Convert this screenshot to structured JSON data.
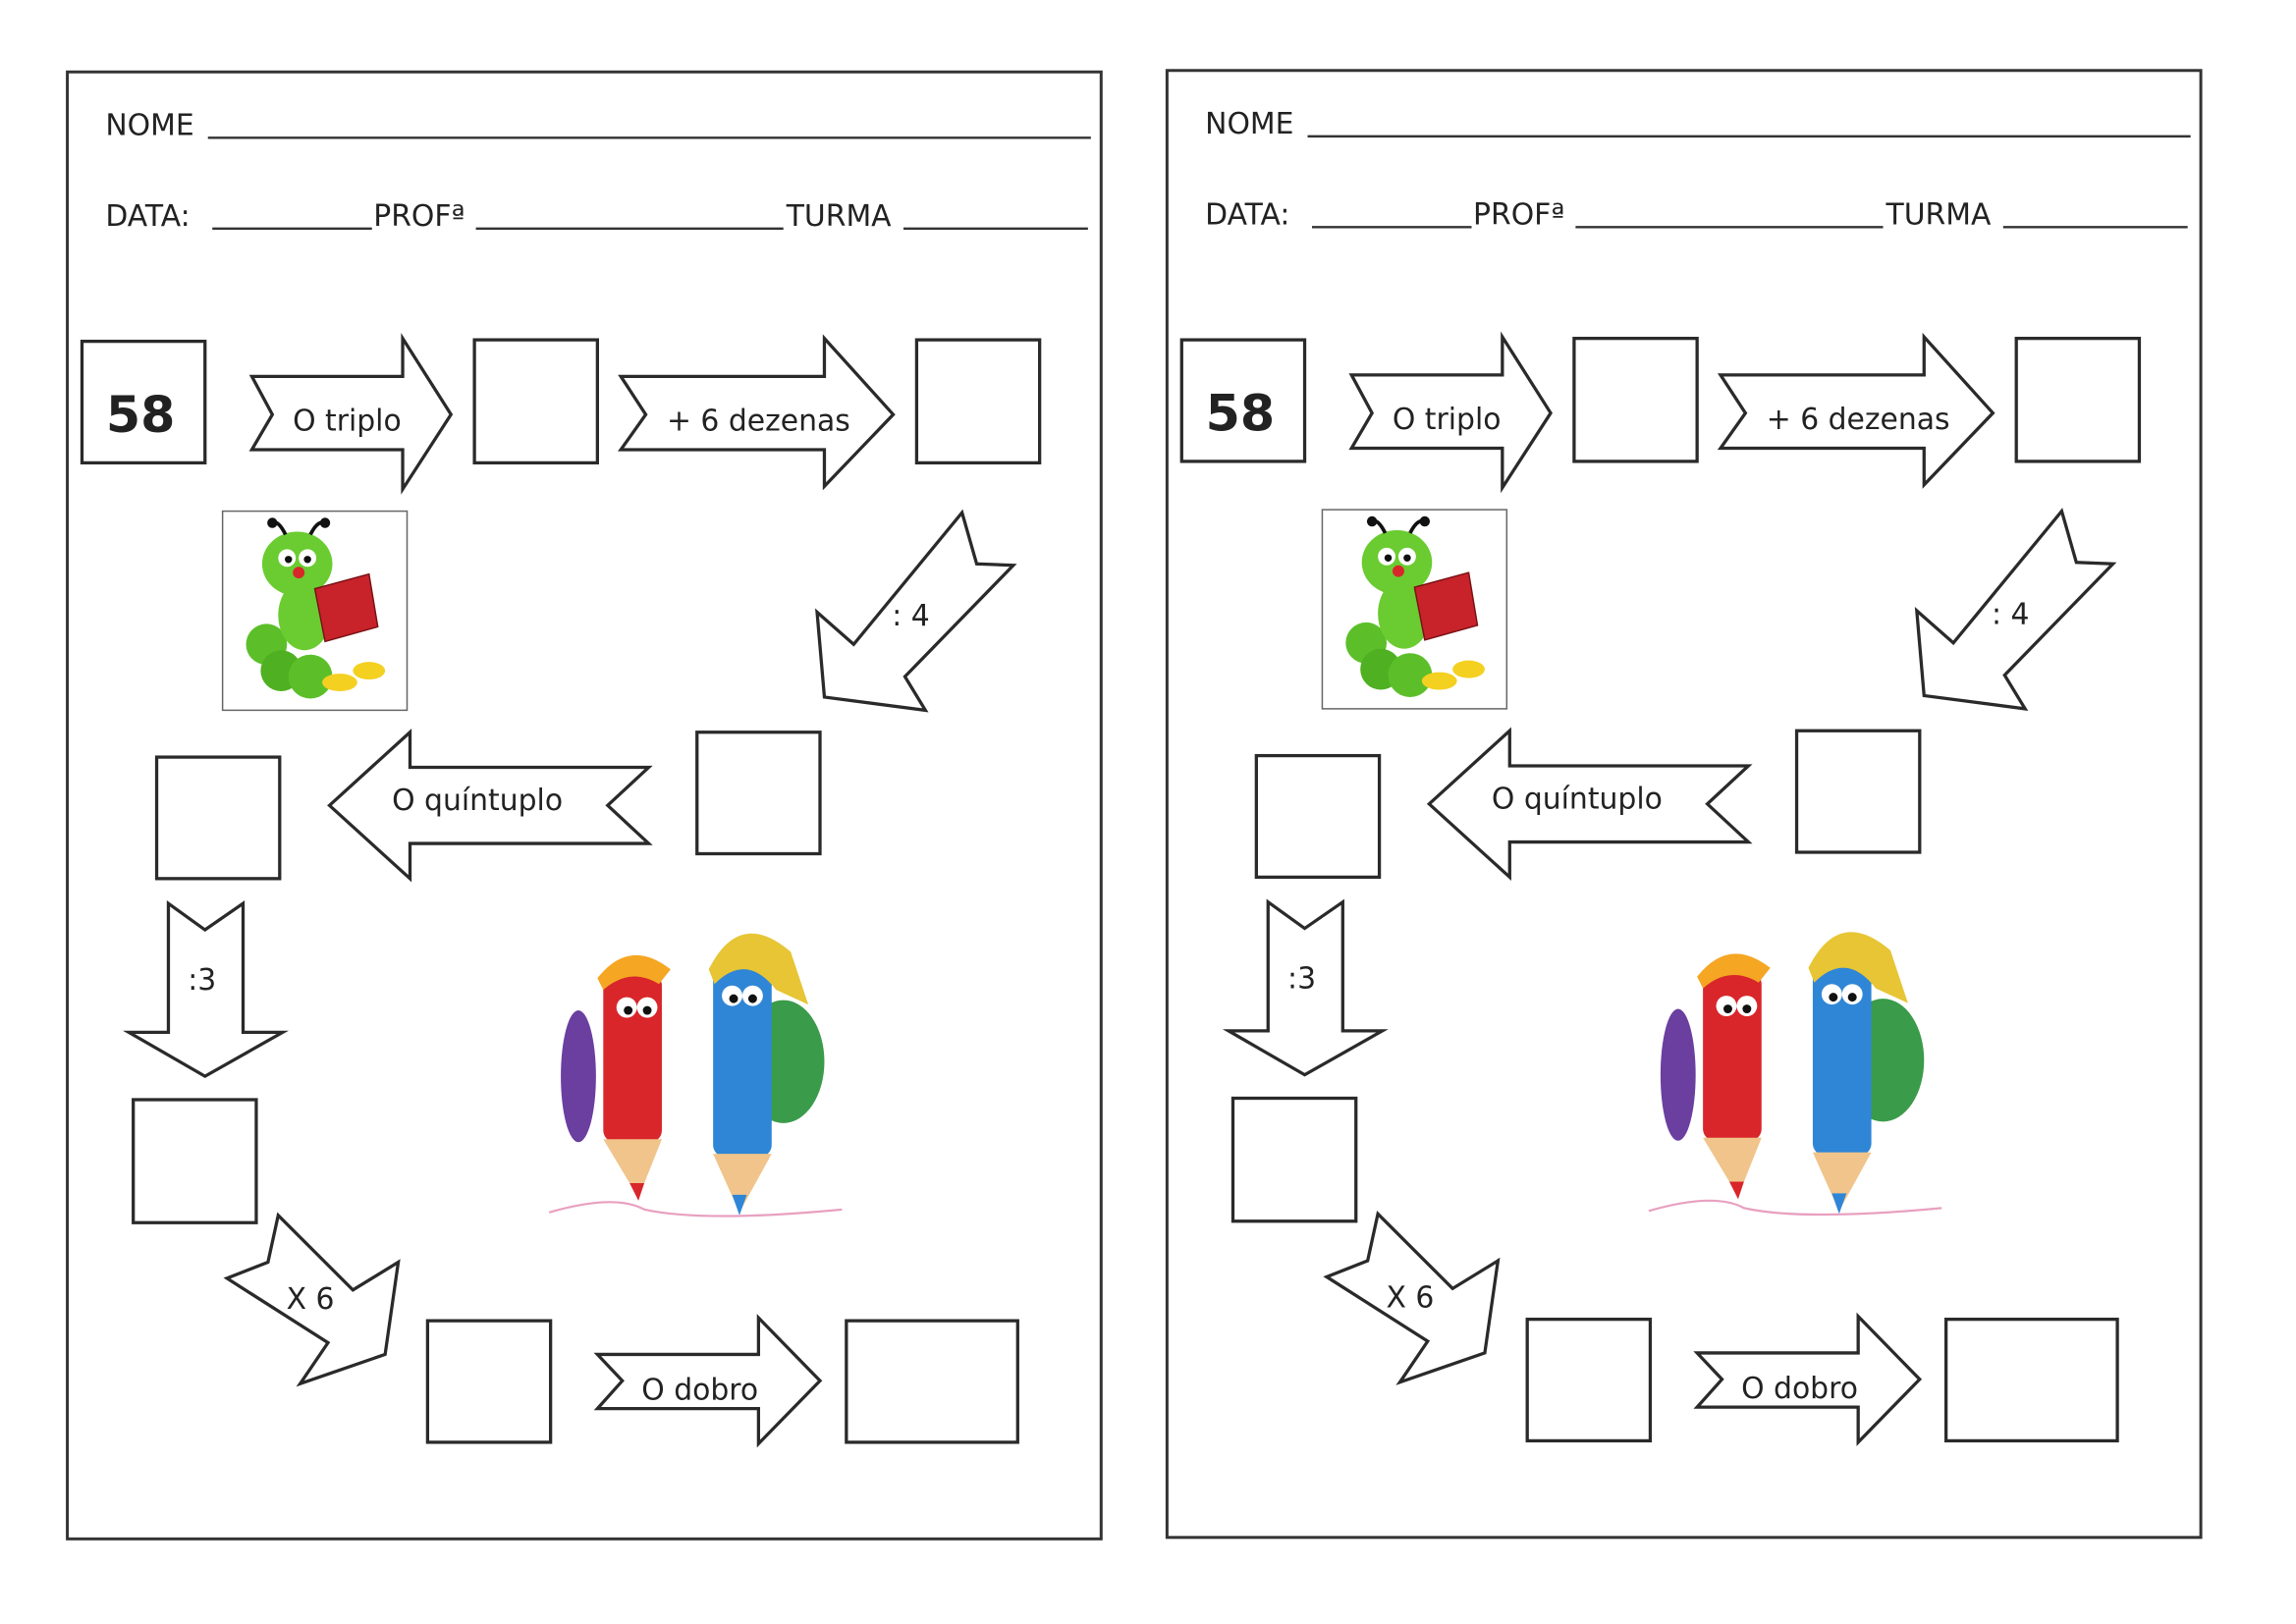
{
  "worksheets": [
    {
      "nome_label": "NOME",
      "data_label": "DATA:",
      "prof_label": "PROFª",
      "turma_label": "TURMA",
      "start_number": "58",
      "steps": [
        "O triplo",
        "+ 6 dezenas",
        ": 4",
        "O quíntuplo",
        ":3",
        "X 6",
        "O dobro"
      ]
    },
    {
      "nome_label": "NOME",
      "data_label": "DATA:",
      "prof_label": "PROFª",
      "turma_label": "TURMA",
      "start_number": "58",
      "steps": [
        "O triplo",
        "+ 6 dezenas",
        ": 4",
        "O quíntuplo",
        ":3",
        "X 6",
        "O dobro"
      ]
    }
  ]
}
